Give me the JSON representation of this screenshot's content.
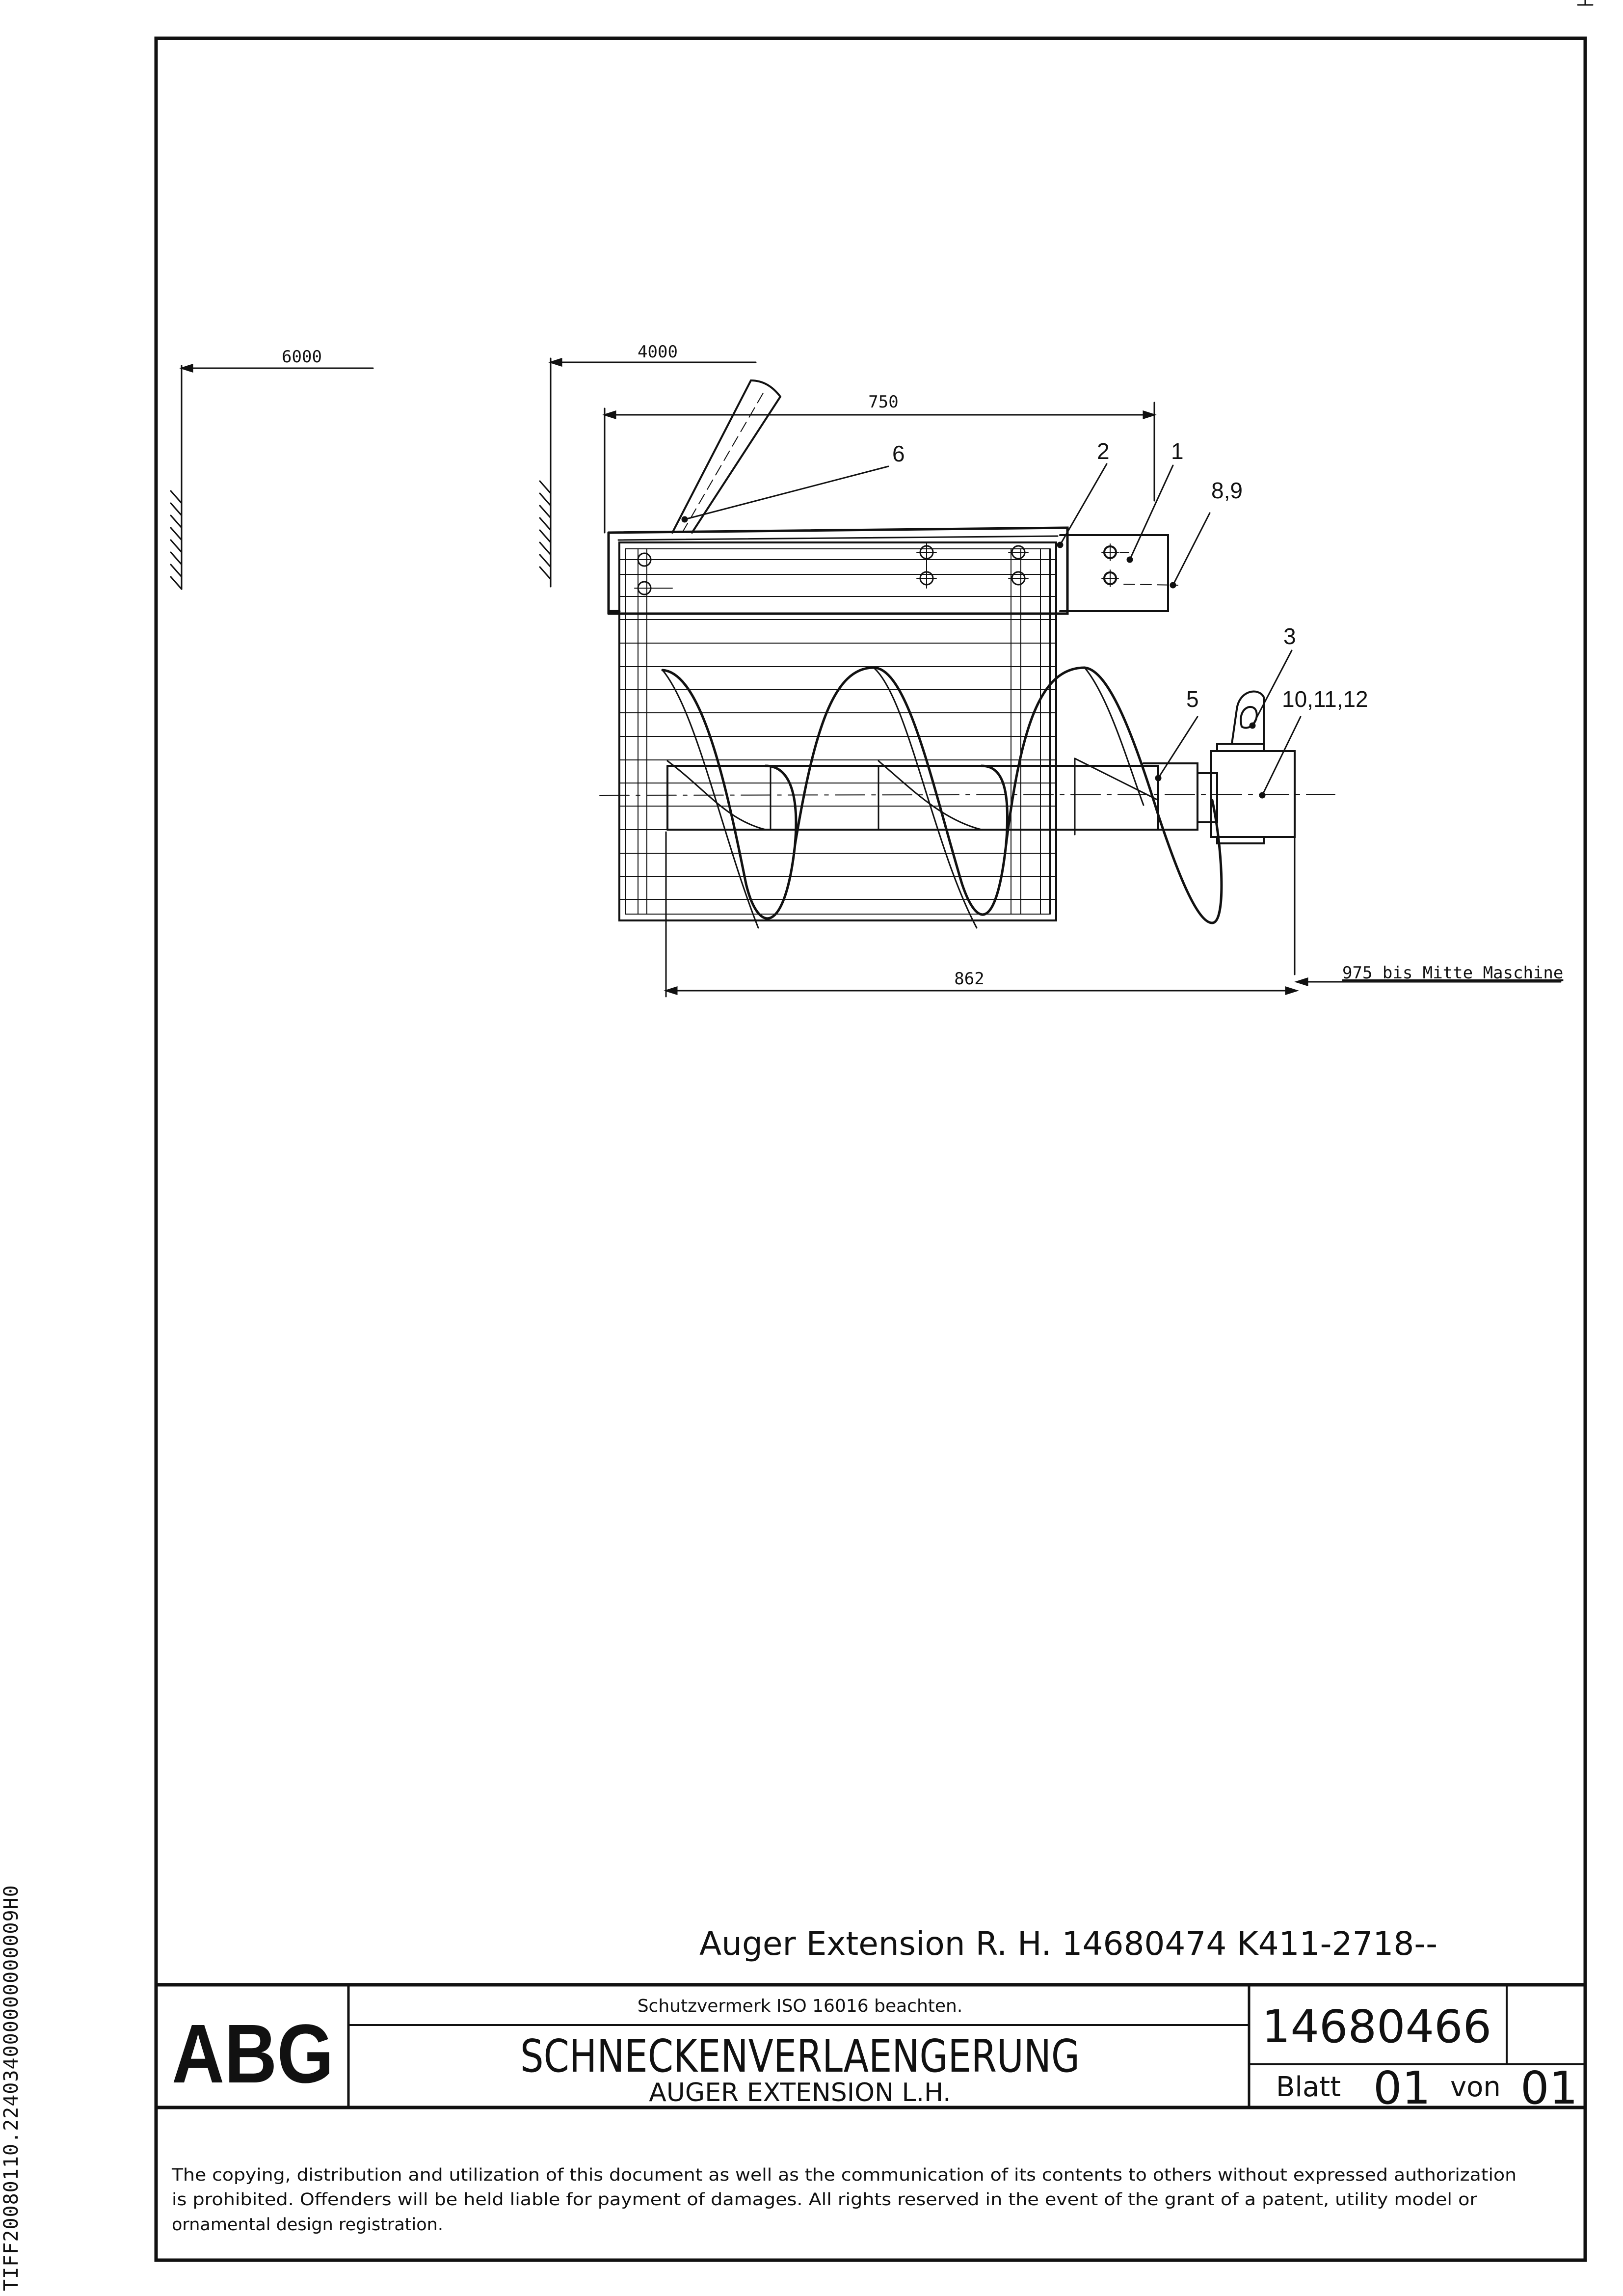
{
  "drawing": {
    "dimensions": {
      "d6000": "6000",
      "d4000": "4000",
      "d750": "750",
      "d862": "862",
      "d975": "975 bis Mitte Maschine"
    },
    "balloons": {
      "b1": "1",
      "b2": "2",
      "b3": "3",
      "b5": "5",
      "b6": "6",
      "b89": "8,9",
      "b101112": "10,11,12"
    }
  },
  "reference_note": "Auger Extension R. H. 14680474 K411-2718--",
  "title_block": {
    "logo": "ABG",
    "protection_note": "Schutzvermerk ISO 16016 beachten.",
    "title_de": "SCHNECKENVERLAENGERUNG",
    "title_en": "AUGER EXTENSION L.H.",
    "drawing_number": "14680466",
    "sheet_label": "Blatt",
    "sheet_number": "01",
    "of_label": "von",
    "sheet_total": "01"
  },
  "copyright": {
    "line1": "The copying, distribution and utilization of this document as well as the communication of its contents to others without expressed authorization",
    "line2": "is prohibited. Offenders will be held liable for payment of damages. All rights reserved in the event of the grant of a patent, utility model or",
    "line3": "ornamental design registration."
  },
  "side_code": "TIFF20080110.224034000000000009H0"
}
